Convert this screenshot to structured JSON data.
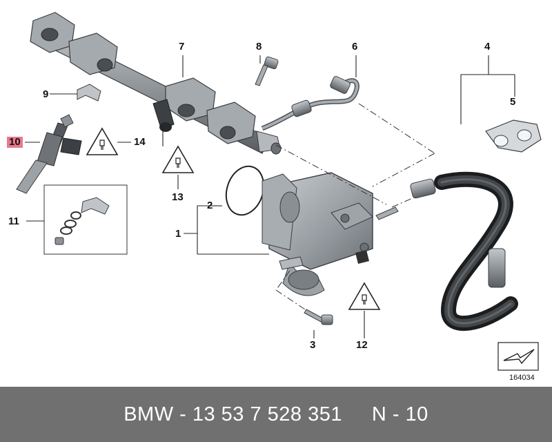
{
  "callouts": {
    "c1": "1",
    "c2": "2",
    "c3": "3",
    "c4": "4",
    "c5": "5",
    "c6": "6",
    "c7": "7",
    "c8": "8",
    "c9": "9",
    "c10": "10",
    "c11": "11",
    "c12": "12",
    "c13": "13",
    "c14": "14"
  },
  "highlighted_callout": "10",
  "diagram_id": "164034",
  "footer": {
    "brand": "BMW",
    "separator": "-",
    "part_number": "13 53 7 528 351",
    "position_label": "N - 10"
  },
  "colors": {
    "highlight": "#e8798d",
    "footer_bg": "#707070",
    "footer_text": "#ffffff",
    "part_fill": "#8e9399",
    "part_dark": "#3c3f43",
    "hose": "#2f3133"
  }
}
